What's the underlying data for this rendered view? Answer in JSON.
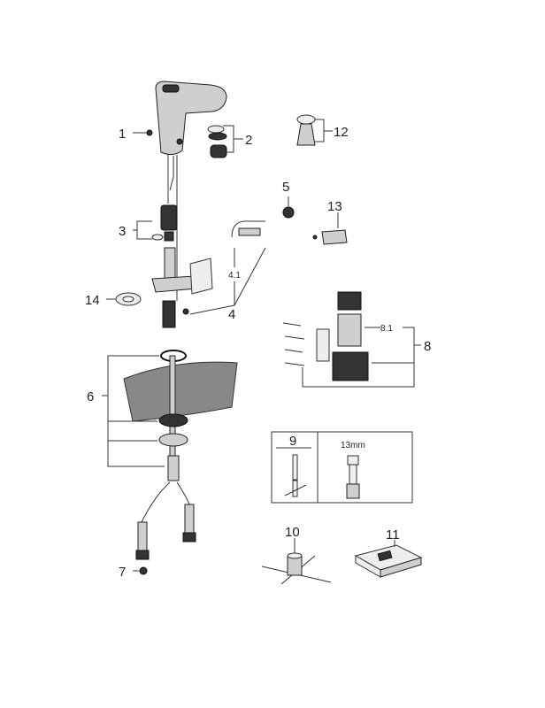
{
  "diagram": {
    "labels": {
      "p1": "1",
      "p2": "2",
      "p3": "3",
      "p4": "4",
      "p4_1": "4.1",
      "p5": "5",
      "p6": "6",
      "p7": "7",
      "p8": "8",
      "p8_1": "8.1",
      "p9": "9",
      "p10": "10",
      "p11": "11",
      "p12": "12",
      "p13": "13",
      "p14": "14"
    },
    "tool_size": "13mm"
  }
}
